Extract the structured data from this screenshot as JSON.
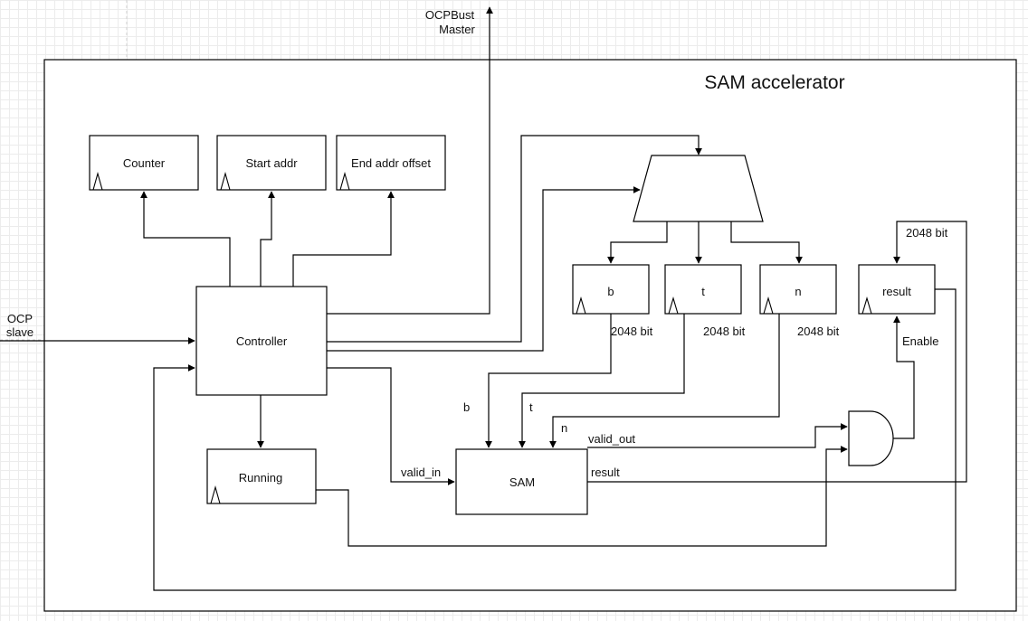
{
  "title": "SAM accelerator",
  "ports": {
    "ocp_master": [
      "OCPBust",
      "Master"
    ],
    "ocp_slave": [
      "OCP",
      "slave"
    ]
  },
  "blocks": {
    "counter": "Counter",
    "start_addr": "Start addr",
    "end_addr_offset": "End addr offset",
    "controller": "Controller",
    "running": "Running",
    "sam": "SAM",
    "reg_b": "b",
    "reg_t": "t",
    "reg_n": "n",
    "reg_result": "result"
  },
  "signals": {
    "b_width": "2048 bit",
    "t_width": "2048 bit",
    "n_width": "2048 bit",
    "result_width": "2048 bit",
    "enable": "Enable",
    "b_in": "b",
    "t_in": "t",
    "n_in": "n",
    "valid_out": "valid_out",
    "valid_in": "valid_in",
    "result_out": "result"
  }
}
